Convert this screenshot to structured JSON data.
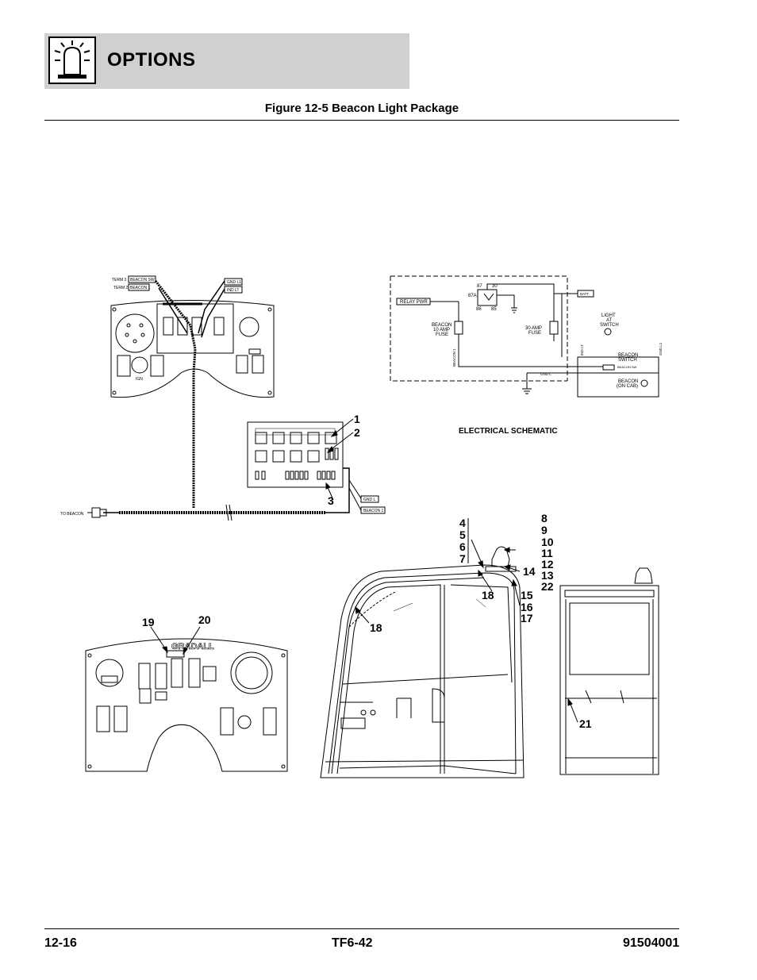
{
  "header": {
    "section_title": "OPTIONS",
    "icon": "beacon-light-icon"
  },
  "figure_title": "Figure 12-5 Beacon Light Package",
  "panel_labels": {
    "term3": "TERM 3",
    "term2": "TERM 2",
    "beacon_sw": "BEACON SW",
    "beacon1_top": "BEACON 1",
    "gnd_l1": "GND L1",
    "ind_lt": "IND LT",
    "ign": "IGN",
    "to_beacon": "TO BEACON",
    "gnd_l": "GND L",
    "beacon1_bottom": "BEACON 1",
    "gradall": "GRADALL"
  },
  "schematic": {
    "title": "ELECTRICAL SCHEMATIC",
    "relay_pwr": "RELAY PWR",
    "batt": "BATT",
    "pin87": "87",
    "pin30": "30",
    "pin87a": "87A",
    "pin86": "86",
    "pin85": "85",
    "beacon_fuse": [
      "BEACON",
      "10 AMP",
      "FUSE"
    ],
    "main_fuse": [
      "30 AMP",
      "FUSE"
    ],
    "light_at_switch": [
      "LIGHT",
      "AT",
      "SWITCH"
    ],
    "beacon_switch": [
      "BEACON",
      "SWITCH"
    ],
    "beacon_sw_small": "BEACON SW",
    "beacon_on_cab": [
      "BEACON",
      "(ON CAB)"
    ],
    "beacon1_vertical": "BEACON 1",
    "ind_lt_vertical": "IND LT",
    "gnd_l1_vertical": "GND L1",
    "gnd_l": "GND L"
  },
  "callouts": {
    "c1": "1",
    "c2": "2",
    "c3": "3",
    "c4": "4",
    "c5": "5",
    "c6": "6",
    "c7": "7",
    "c8": "8",
    "c9": "9",
    "c10": "10",
    "c11": "11",
    "c12": "12",
    "c13": "13",
    "c22": "22",
    "c14": "14",
    "c18a": "18",
    "c18b": "18",
    "c15": "15",
    "c16": "16",
    "c17": "17",
    "c19": "19",
    "c20": "20",
    "c21": "21"
  },
  "footer": {
    "page": "12-16",
    "model": "TF6-42",
    "part_no": "91504001"
  }
}
